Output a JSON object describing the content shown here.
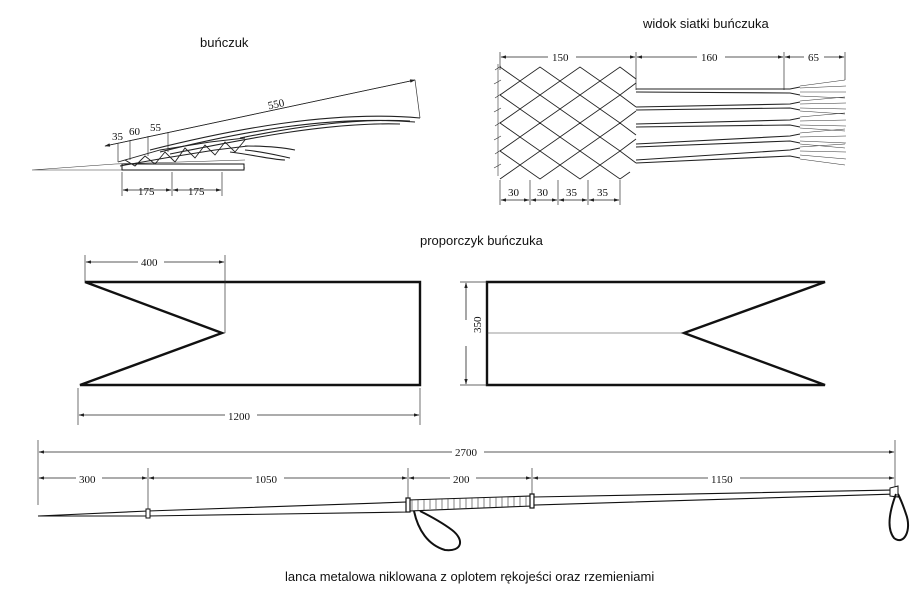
{
  "titles": {
    "horsetail": "buńczuk",
    "net_view": "widok siatki buńczuka",
    "pennant": "proporczyk buńczuka",
    "lance": "lanca metalowa niklowana z oplotem rękojeści oraz rzemieniami"
  },
  "horsetail_dims": {
    "d550": "550",
    "d35": "35",
    "d60": "60",
    "d55": "55",
    "d175a": "175",
    "d175b": "175"
  },
  "net_dims": {
    "top150": "150",
    "top160": "160",
    "top65": "65",
    "b30a": "30",
    "b30b": "30",
    "b35a": "35",
    "b35b": "35"
  },
  "pennant_dims": {
    "notch": "400",
    "length": "1200",
    "height": "350"
  },
  "lance_dims": {
    "total": "2700",
    "tip": "300",
    "shaft": "1050",
    "grip": "200",
    "butt": "1150"
  }
}
